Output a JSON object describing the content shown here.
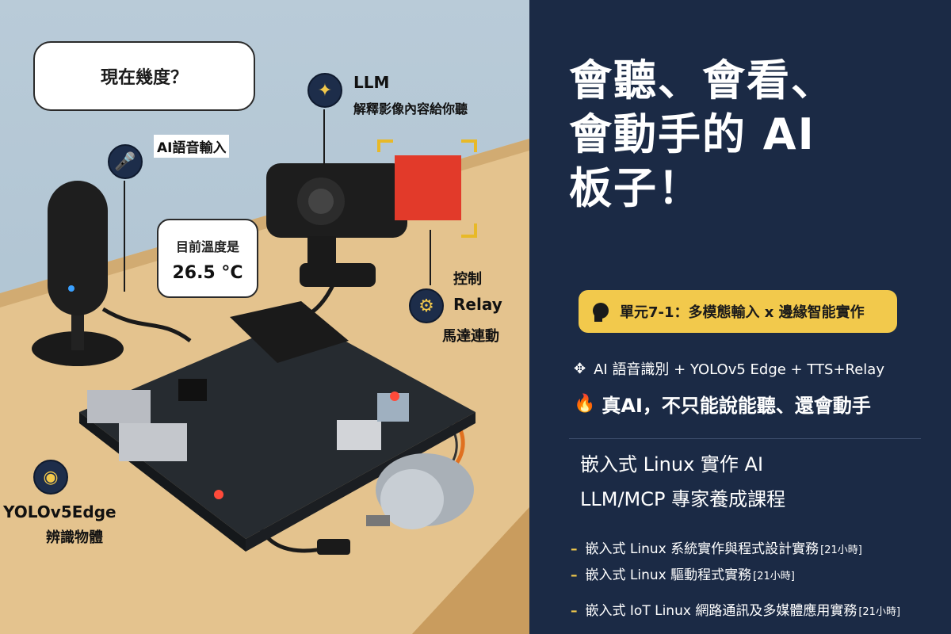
{
  "illustration": {
    "question_bubble": "現在幾度？",
    "voice_label": "AI語音輸入",
    "llm_title": "LLM",
    "llm_desc": "解釋影像內容給你聽",
    "temp_line1": "目前溫度是",
    "temp_line2": "26.5 °C",
    "relay_line1": "控制",
    "relay_line2": "Relay",
    "relay_line3": "馬達連動",
    "yolo_line1": "YOLOv5Edge",
    "yolo_line2": "辨識物體"
  },
  "panel": {
    "title_line1": "會聽、會看、",
    "title_line2": "會動手的 AI",
    "title_line3": "板子！",
    "unit_badge": "單元7-1：多模態輸入 x 邊緣智能實作",
    "feature1": "AI 語音識別 + YOLOv5 Edge + TTS+Relay",
    "feature2": "真AI，不只能說能聽、還會動手",
    "course_line1": "嵌入式 Linux 實作 AI",
    "course_line2": "LLM/MCP 專家養成課程",
    "subcourses": [
      {
        "name": "嵌入式 Linux 系統實作與程式設計實務",
        "hours": "[21小時]"
      },
      {
        "name": "嵌入式 Linux 驅動程式實務",
        "hours": "[21小時]"
      },
      {
        "name": "嵌入式 IoT Linux 網路通訊及多媒體應用實務",
        "hours": "[21小時]"
      }
    ]
  },
  "colors": {
    "panel_bg": "#1b2a45",
    "accent_yellow": "#f2c94c",
    "wall": "#b9cbd8",
    "desk": "#e2c08b"
  }
}
